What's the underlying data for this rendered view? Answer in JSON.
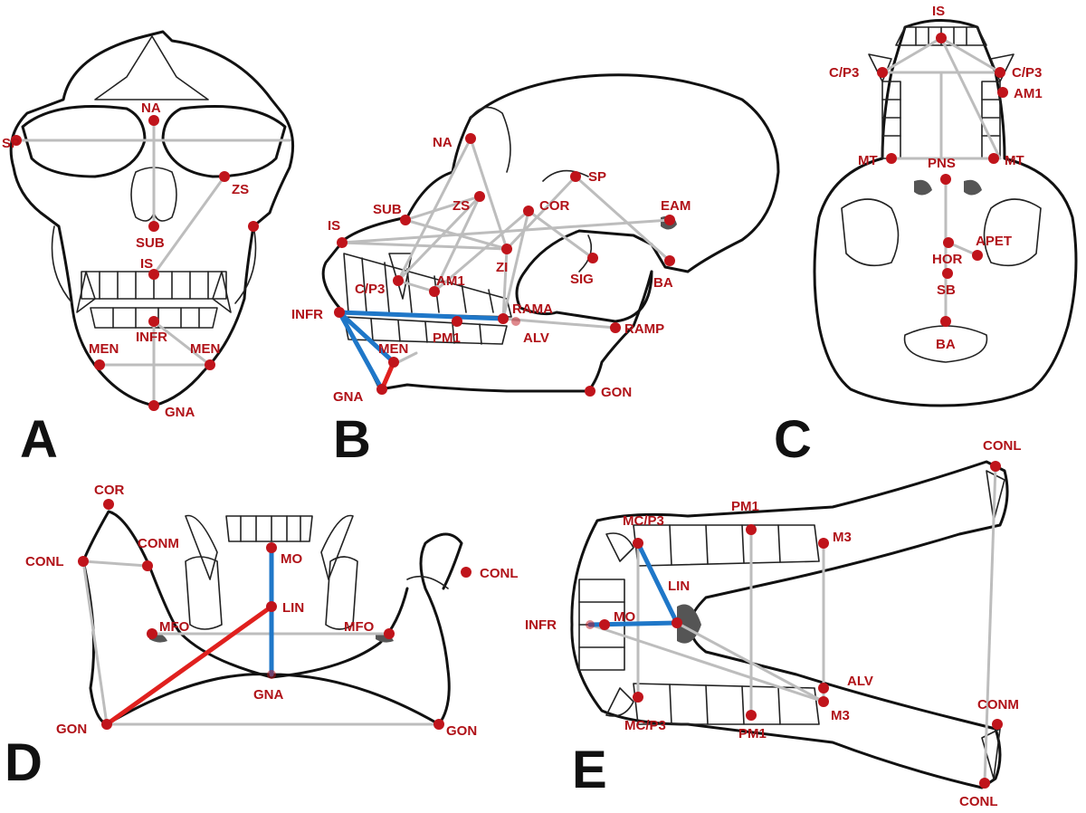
{
  "panels": [
    {
      "id": "A",
      "landmarks": [
        "NA",
        "SP",
        "ZS",
        "SUB",
        "IS",
        "INFR",
        "MEN",
        "MEN",
        "GNA"
      ]
    },
    {
      "id": "B",
      "landmarks": [
        "NA",
        "SP",
        "SUB",
        "ZS",
        "COR",
        "EAM",
        "IS",
        "ZI",
        "SIG",
        "BA",
        "AM1",
        "C/P3",
        "INFR",
        "RAMA",
        "ALV",
        "PM1",
        "RAMP",
        "MEN",
        "GNA",
        "GON"
      ]
    },
    {
      "id": "C",
      "landmarks": [
        "IS",
        "C/P3",
        "C/P3",
        "AM1",
        "MT",
        "PNS",
        "MT",
        "APET",
        "HOR",
        "SB",
        "BA"
      ]
    },
    {
      "id": "D",
      "landmarks": [
        "COR",
        "CONM",
        "CONL",
        "MO",
        "CONL",
        "LIN",
        "MFO",
        "MFO",
        "GNA",
        "GON",
        "GON"
      ]
    },
    {
      "id": "E",
      "landmarks": [
        "CONL",
        "PM1",
        "MC/P3",
        "M3",
        "LIN",
        "INFR",
        "MO",
        "ALV",
        "CONM",
        "MC/P3",
        "PM1",
        "M3",
        "CONL"
      ]
    }
  ],
  "colors": {
    "landmark": "#c0141b",
    "label": "#b01218",
    "grey_line": "#bdbdbd",
    "blue_line": "#1f77c8",
    "red_line": "#e0201e"
  }
}
